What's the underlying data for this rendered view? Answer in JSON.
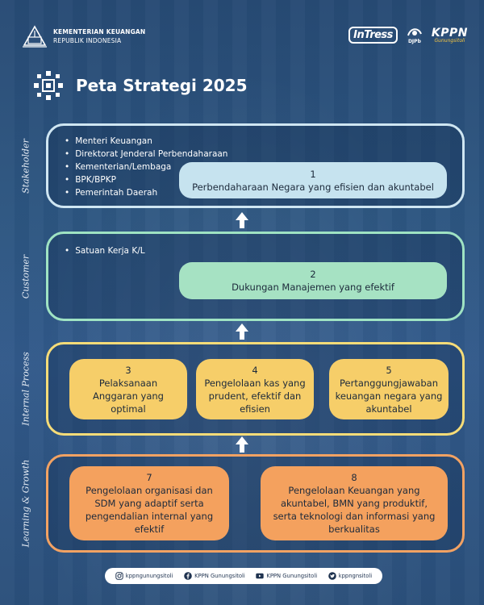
{
  "header": {
    "ministry_line1": "KEMENTERIAN KEUANGAN",
    "ministry_line2": "REPUBLIK INDONESIA",
    "logo_intress": "InTress",
    "logo_djpb": "DJPb",
    "logo_kppn": "KPPN",
    "logo_kppn_sub": "Gunungsitoli"
  },
  "title": "Peta Strategi 2025",
  "perspectives": {
    "stakeholder": "Stakeholder",
    "customer": "Customer",
    "internal": "Internal Process",
    "learning": "Learning & Growth"
  },
  "stakeholders": [
    "Menteri Keuangan",
    "Direktorat Jenderal Perbendaharaan",
    "Kementerian/Lembaga",
    "BPK/BPKP",
    "Pemerintah Daerah"
  ],
  "customers": [
    "Satuan Kerja K/L"
  ],
  "objectives": {
    "o1": {
      "num": "1",
      "text": "Perbendaharaan Negara yang efisien dan akuntabel"
    },
    "o2": {
      "num": "2",
      "text": "Dukungan Manajemen yang efektif"
    },
    "o3": {
      "num": "3",
      "line1": "Pelaksanaan",
      "line2": "Anggaran yang",
      "line3": "optimal"
    },
    "o4": {
      "num": "4",
      "line1": "Pengelolaan kas yang",
      "line2": "prudent, efektif dan",
      "line3": "efisien"
    },
    "o5": {
      "num": "5",
      "line1": "Pertanggungjawaban",
      "line2": "keuangan negara yang",
      "line3": "akuntabel"
    },
    "o7": {
      "num": "7",
      "line1": "Pengelolaan organisasi dan",
      "line2": "SDM yang adaptif serta",
      "line3": "pengendalian internal yang",
      "line4": "efektif"
    },
    "o8": {
      "num": "8",
      "line1": "Pengelolaan Keuangan yang",
      "line2": "akuntabel, BMN yang produktif,",
      "line3": "serta teknologi dan informasi yang",
      "line4": "berkualitas"
    }
  },
  "footer": {
    "instagram": "kppngunungsitoli",
    "facebook": "KPPN Gunungsitoli",
    "youtube": "KPPN Gunungsitoli",
    "twitter": "kppngnsitoli"
  },
  "colors": {
    "background": "#2c5580",
    "stakeholder": "#c6e3ef",
    "customer": "#a6e2c3",
    "internal": "#f6ce69",
    "learning": "#f4a15e"
  }
}
